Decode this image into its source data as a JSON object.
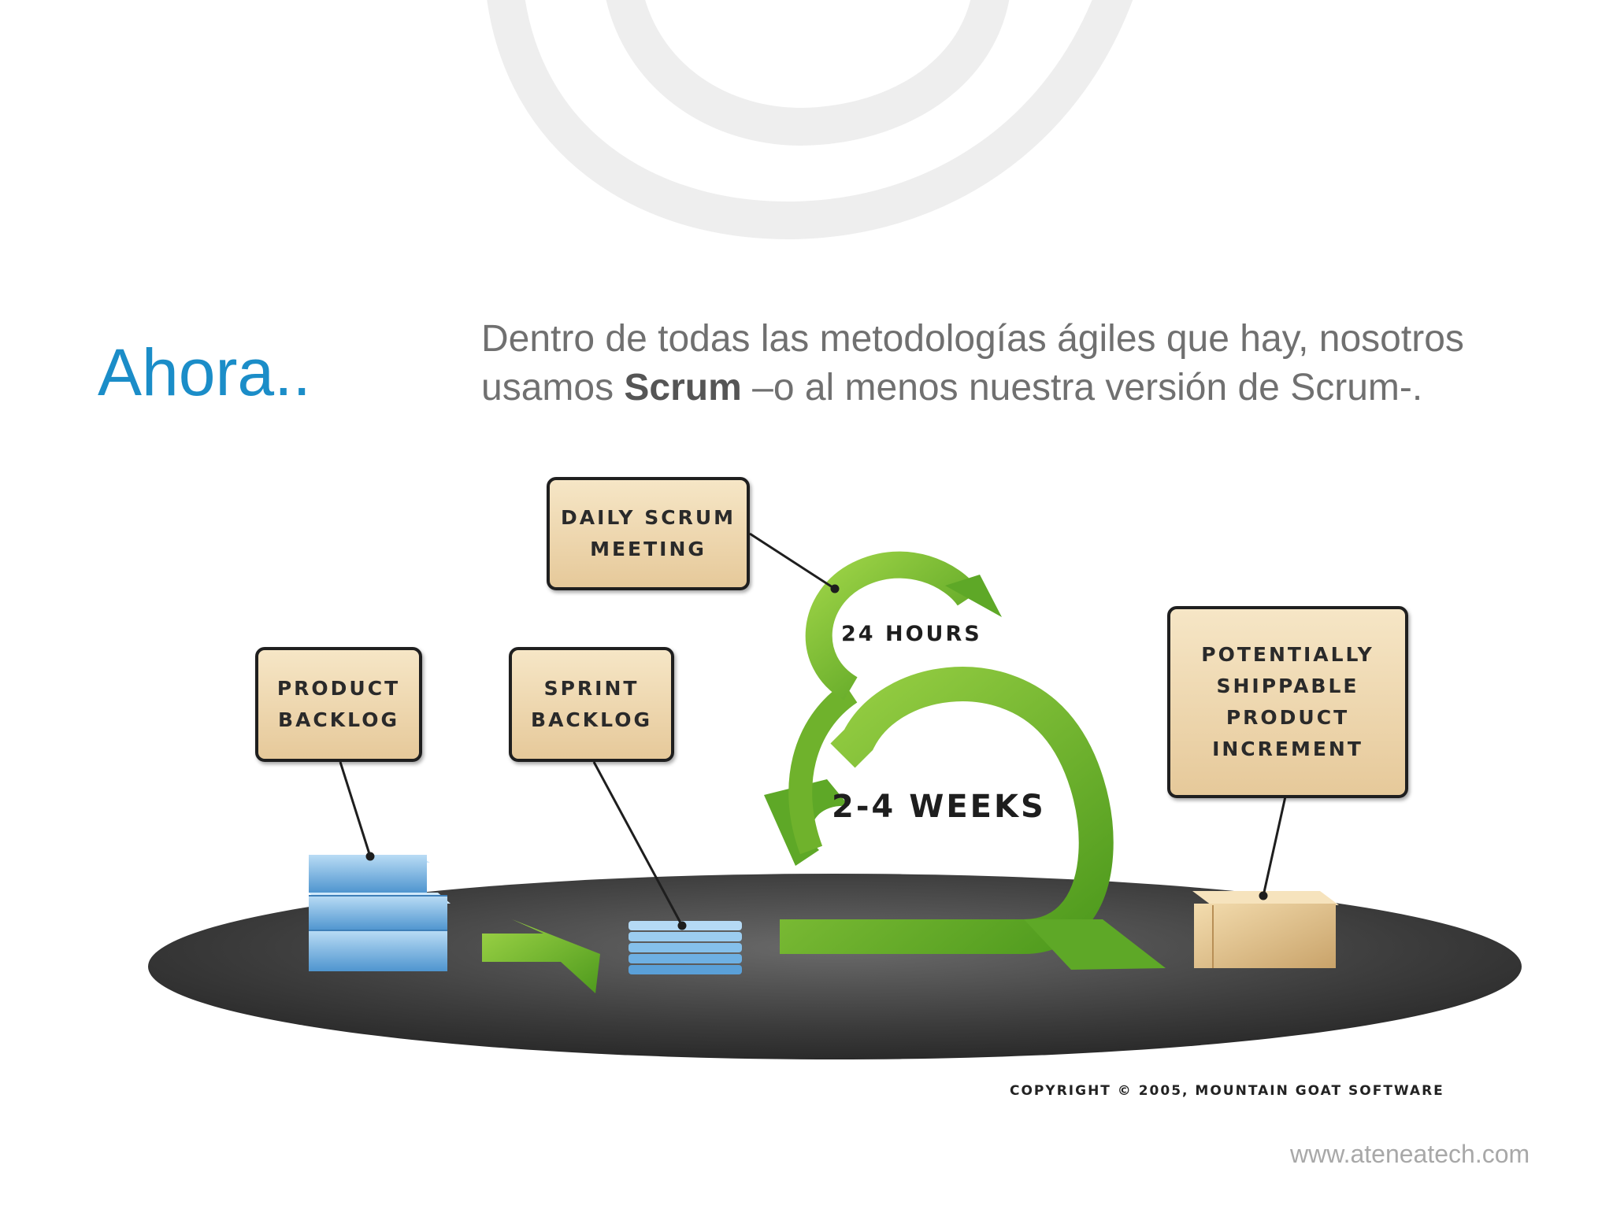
{
  "slide": {
    "title": "Ahora..",
    "intro_before": "Dentro de todas las metodologías ágiles que hay, nosotros usamos ",
    "intro_bold": "Scrum",
    "intro_after": " –o al menos nuestra versión de Scrum-.",
    "website": "www.ateneatech.com"
  },
  "diagram": {
    "daily_scrum": [
      "Daily Scrum",
      "Meeting"
    ],
    "product_backlog": [
      "Product",
      "Backlog"
    ],
    "sprint_backlog": [
      "Sprint",
      "Backlog"
    ],
    "increment": [
      "Potentially",
      "Shippable",
      "Product",
      "Increment"
    ],
    "hours": "24 Hours",
    "weeks": "2-4 Weeks",
    "copyright": "Copyright © 2005, Mountain Goat Software"
  },
  "colors": {
    "title": "#1b8dc8",
    "body_text": "#707070",
    "arrow_green": "#6fb22c",
    "box_fill": "#e8cfa2",
    "platform": "#3a3a3a",
    "backlog_blue": "#6aaee0"
  }
}
